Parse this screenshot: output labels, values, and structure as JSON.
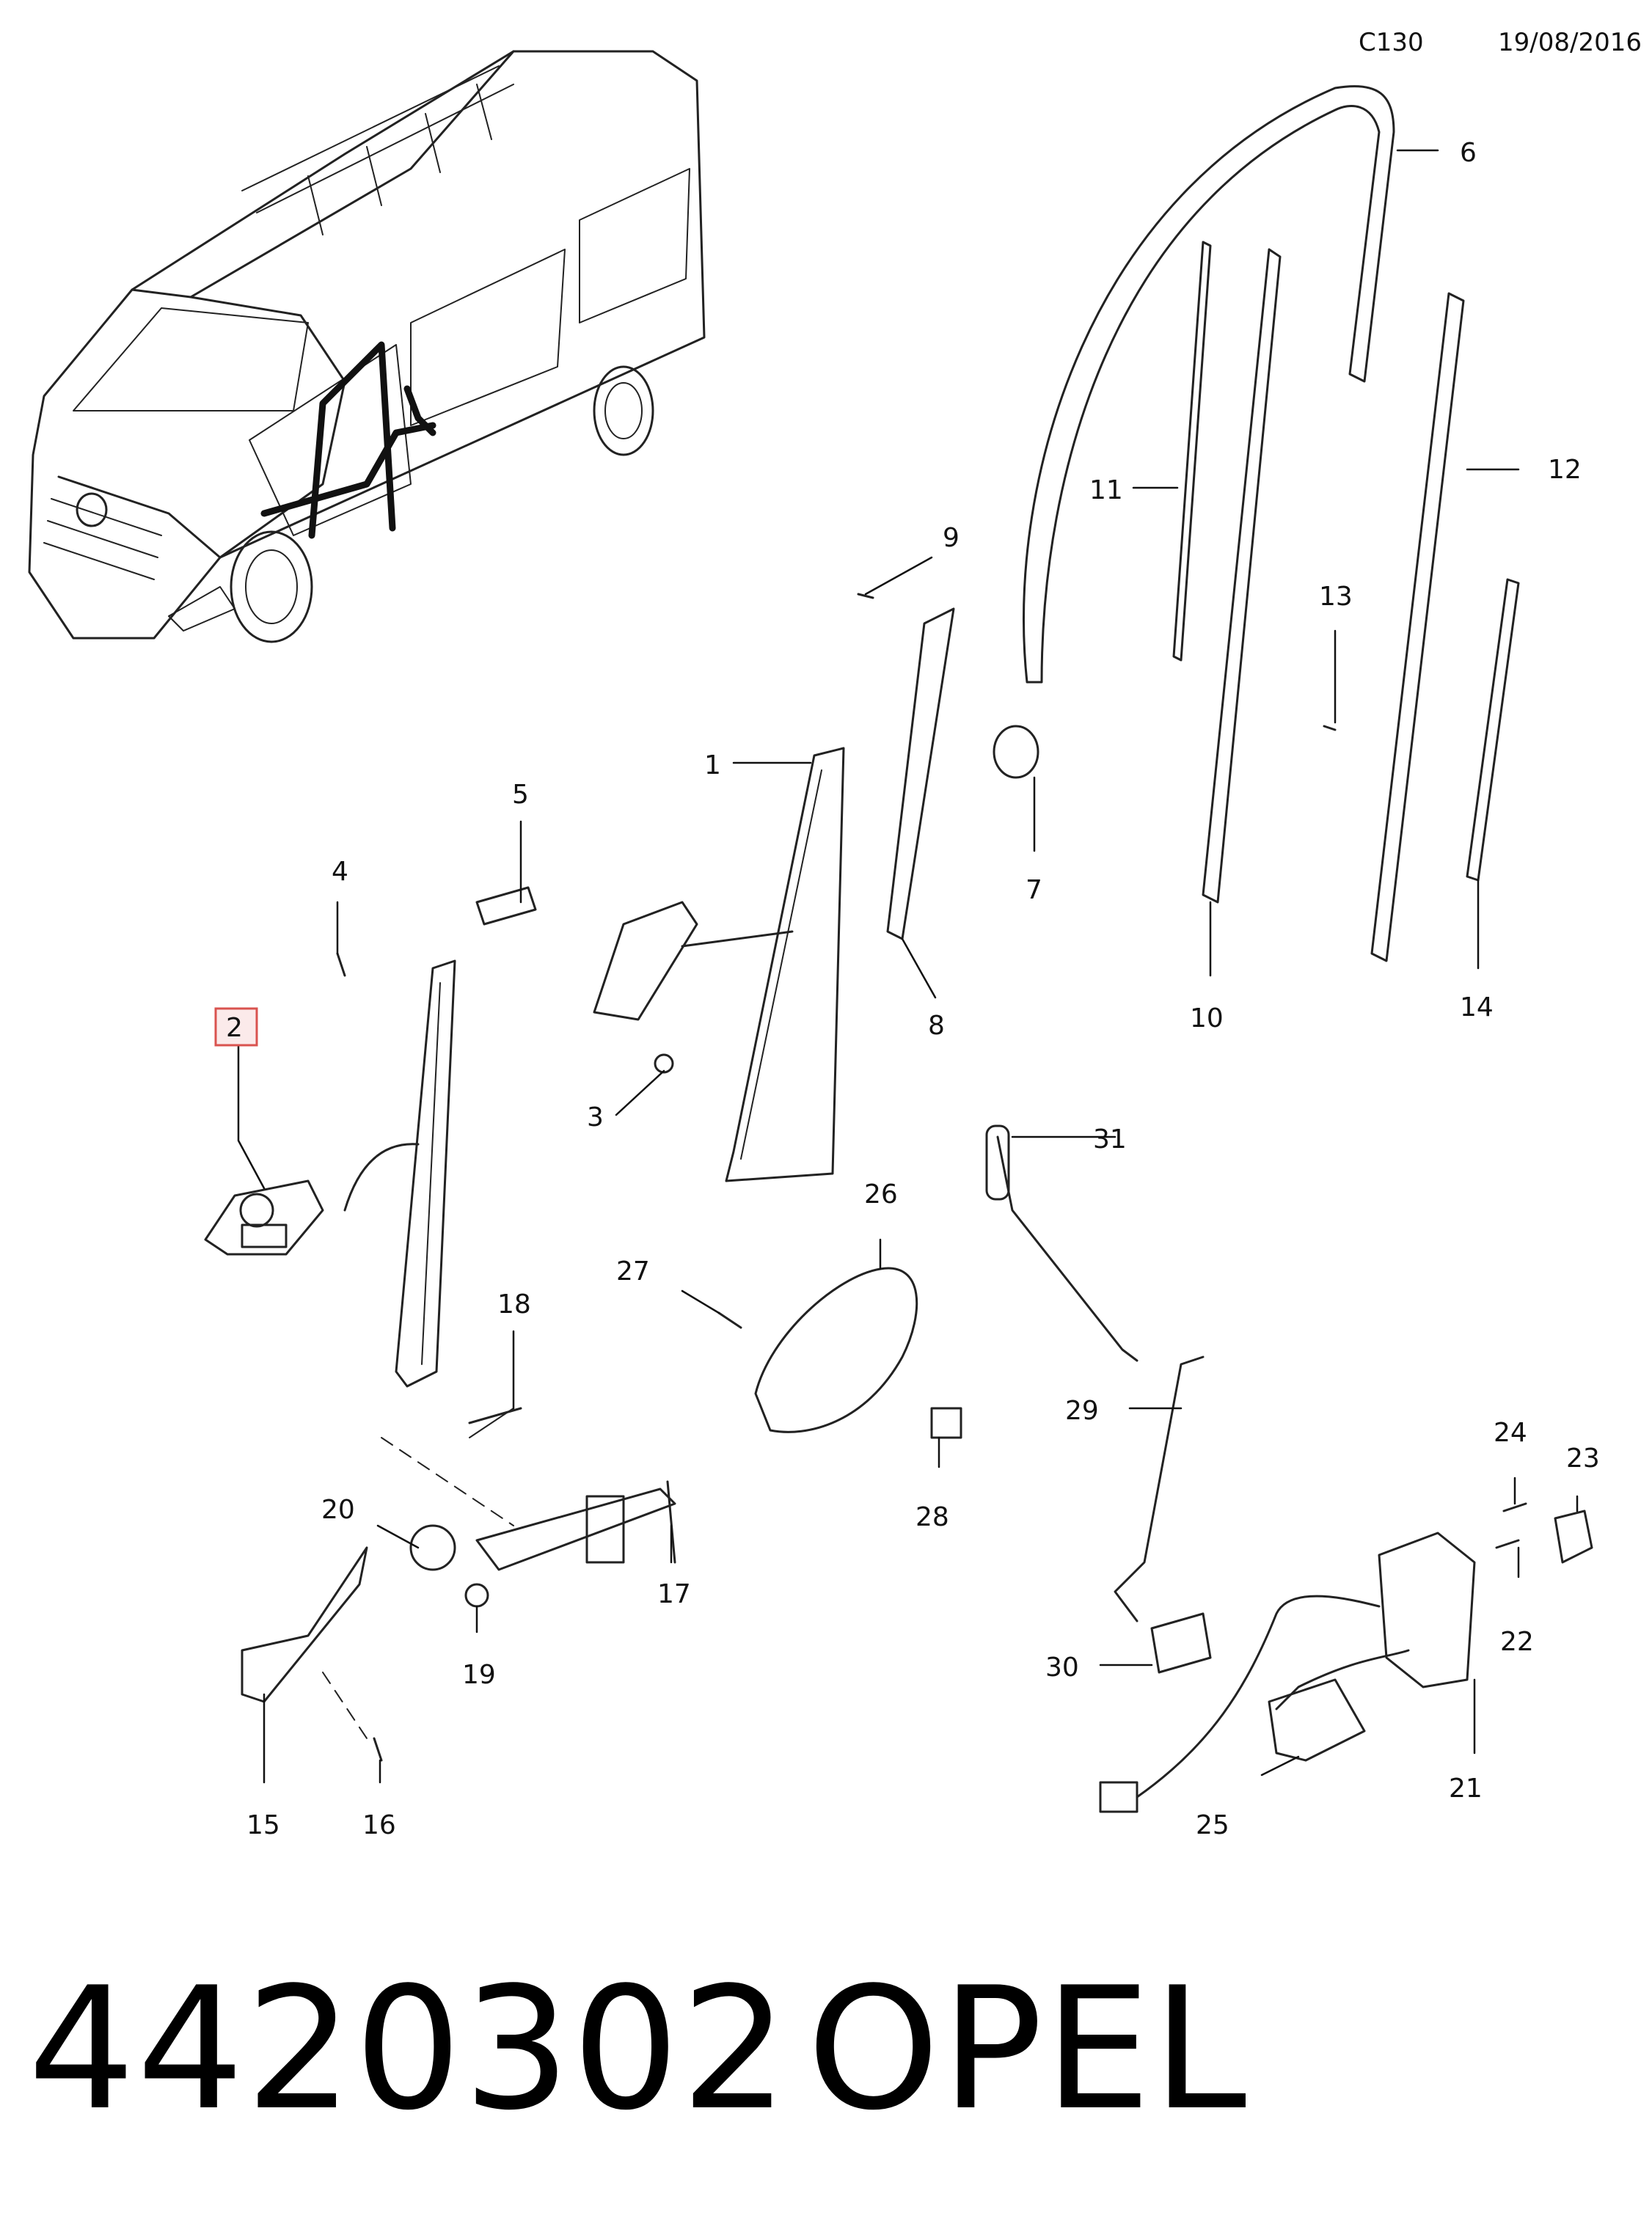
{
  "header": {
    "code": "C130",
    "date": "19/08/2016"
  },
  "diagram": {
    "callouts": [
      {
        "id": "c1",
        "text": "1"
      },
      {
        "id": "c2",
        "text": "2",
        "highlighted": true
      },
      {
        "id": "c3",
        "text": "3"
      },
      {
        "id": "c4",
        "text": "4"
      },
      {
        "id": "c5",
        "text": "5"
      },
      {
        "id": "c6",
        "text": "6"
      },
      {
        "id": "c7",
        "text": "7"
      },
      {
        "id": "c8",
        "text": "8"
      },
      {
        "id": "c9",
        "text": "9"
      },
      {
        "id": "c10",
        "text": "10"
      },
      {
        "id": "c11",
        "text": "11"
      },
      {
        "id": "c12",
        "text": "12"
      },
      {
        "id": "c13",
        "text": "13"
      },
      {
        "id": "c14",
        "text": "14"
      },
      {
        "id": "c15",
        "text": "15"
      },
      {
        "id": "c16",
        "text": "16"
      },
      {
        "id": "c17",
        "text": "17"
      },
      {
        "id": "c18",
        "text": "18"
      },
      {
        "id": "c19",
        "text": "19"
      },
      {
        "id": "c20",
        "text": "20"
      },
      {
        "id": "c21",
        "text": "21"
      },
      {
        "id": "c22",
        "text": "22"
      },
      {
        "id": "c23",
        "text": "23"
      },
      {
        "id": "c24",
        "text": "24"
      },
      {
        "id": "c25",
        "text": "25"
      },
      {
        "id": "c26",
        "text": "26"
      },
      {
        "id": "c27",
        "text": "27"
      },
      {
        "id": "c28",
        "text": "28"
      },
      {
        "id": "c29",
        "text": "29"
      },
      {
        "id": "c30",
        "text": "30"
      },
      {
        "id": "c31",
        "text": "31"
      }
    ],
    "highlight_color": "#d9534f",
    "line_color": "#222222"
  },
  "footer": {
    "part_number": "4420302",
    "brand": "OPEL"
  }
}
